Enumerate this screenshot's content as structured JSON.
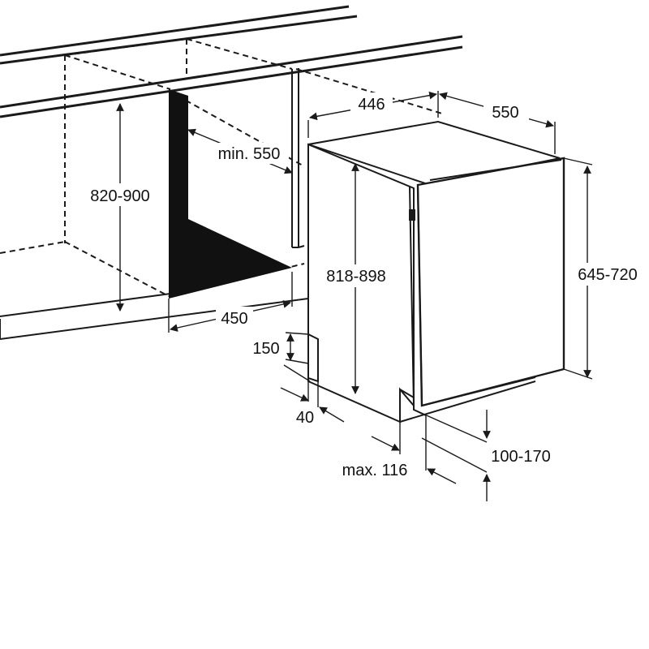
{
  "colors": {
    "line": "#1a1a1a",
    "fill_dark": "#111111",
    "background": "#ffffff",
    "appliance_face": "#ffffff"
  },
  "dimensions": {
    "cabinet_height": "820-900",
    "niche_depth_min": "min. 550",
    "niche_width": "450",
    "appliance_width": "446",
    "appliance_depth": "550",
    "appliance_height": "818-898",
    "door_height": "645-720",
    "plinth_height": "150",
    "plinth_setback": "40",
    "door_offset_max": "max. 116",
    "plinth_range": "100-170"
  }
}
